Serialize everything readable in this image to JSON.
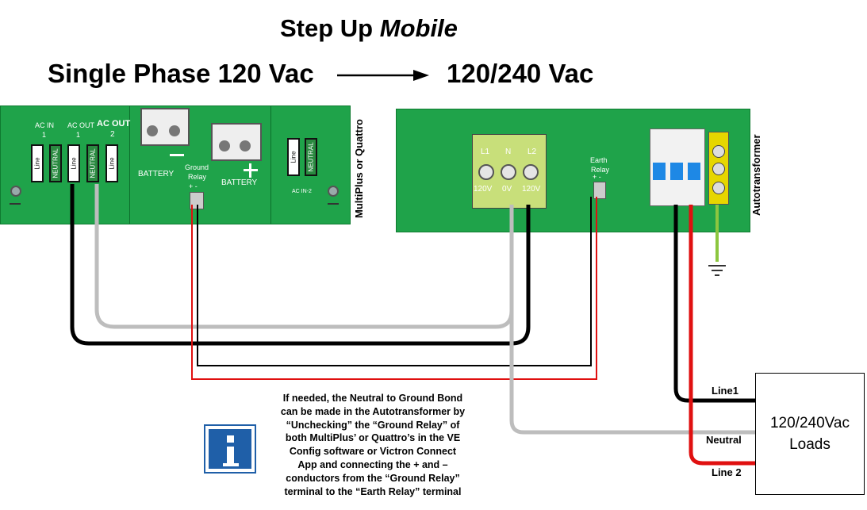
{
  "title": {
    "line1_main": "Step Up",
    "line1_italic": "Mobile",
    "from": "Single Phase 120 Vac",
    "to": "120/240 Vac"
  },
  "inverter": {
    "side_label": "MultiPlus or Quattro",
    "ac_in": "AC IN",
    "ac_in_num": "1",
    "ac_out1": "AC OUT",
    "ac_out1_num": "1",
    "ac_out2": "AC OUT",
    "ac_out2_num": "2",
    "slot_line": "Line",
    "slot_neutral": "NEUTRAL",
    "battery_minus": "BATTERY",
    "battery_plus": "BATTERY",
    "ground_relay": "Ground",
    "ground_relay2": "Relay",
    "ground_relay_pm": "+ -",
    "ac_in2": "AC IN-2"
  },
  "auto": {
    "side_label": "Autotransformer",
    "l1": "L1",
    "n": "N",
    "l2": "L2",
    "v1": "120V",
    "v0": "0V",
    "v2": "120V",
    "earth1": "Earth",
    "earth2": "Relay",
    "earth_pm": "+ -"
  },
  "loads": {
    "line1": "120/240Vac",
    "line2": "Loads"
  },
  "wires": {
    "line1": "Line1",
    "neutral": "Neutral",
    "line2": "Line 2"
  },
  "note": [
    "If needed, the Neutral to Ground Bond",
    "can be made in the Autotransformer by",
    "“Unchecking” the “Ground Relay” of",
    "both MultiPlus’ or Quattro’s in the VE",
    "Config software or Victron Connect",
    "App and connecting the + and –",
    "conductors  from the “Ground Relay”",
    "terminal to the “Earth Relay” terminal"
  ],
  "colors": {
    "panel": "#1fa34a",
    "line_wire": "#000000",
    "neutral_wire": "#bdbdbd",
    "red_wire": "#e01010",
    "ground_wire": "#8cc63f",
    "info_blue": "#1f5fa8"
  }
}
